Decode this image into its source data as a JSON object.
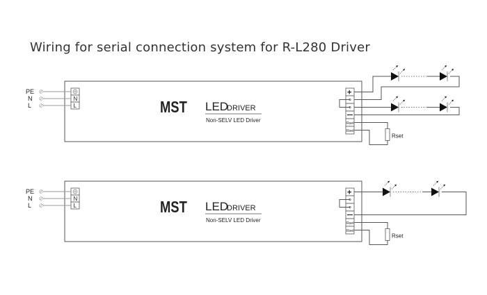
{
  "title": "Wiring for serial connection system for R-L280 Driver",
  "colors": {
    "brand": "#1a2f8a",
    "line": "#555555",
    "led": "#111111"
  },
  "diagrams": [
    {
      "inputs": [
        "PE",
        "N",
        "L"
      ],
      "brand": "MST",
      "product_main": "LED",
      "product_sub": "DRIVER",
      "product_desc": "Non-SELV LED Driver",
      "output_terminals": [
        "+",
        "",
        "",
        "—",
        "Rset",
        "Rset"
      ],
      "resistor_label": "Rset",
      "led_strings": 2
    },
    {
      "inputs": [
        "PE",
        "N",
        "L"
      ],
      "brand": "MST",
      "product_main": "LED",
      "product_sub": "DRIVER",
      "product_desc": "Non-SELV LED Driver",
      "output_terminals": [
        "+",
        "",
        "",
        "—",
        "Rset",
        "Rset"
      ],
      "resistor_label": "Rset",
      "led_strings": 1
    }
  ]
}
